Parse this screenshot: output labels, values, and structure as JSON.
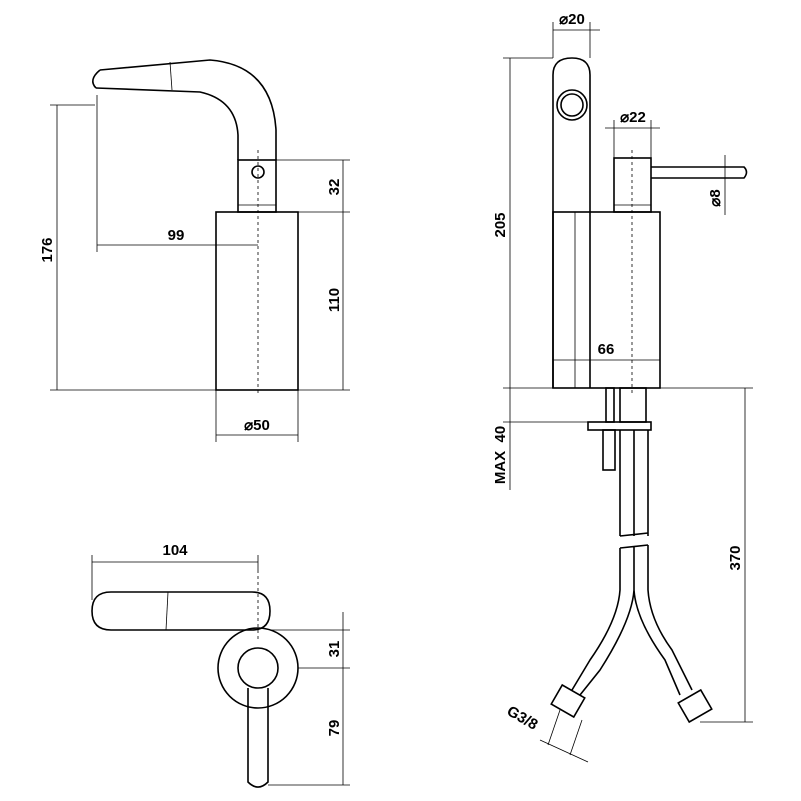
{
  "drawing": {
    "side_view": {
      "height_total": "176",
      "spout_reach": "99",
      "neck_height": "32",
      "body_height": "110",
      "body_diameter": "⌀50"
    },
    "front_view": {
      "spout_diameter": "⌀20",
      "handle_diameter": "⌀22",
      "lever_diameter": "⌀8",
      "overall_height": "205",
      "body_width": "66",
      "max_deck": "MAX  40",
      "hose_length": "370",
      "thread": "G3/8"
    },
    "top_view": {
      "lever_length": "104",
      "offset": "31",
      "handle_length": "79"
    }
  }
}
